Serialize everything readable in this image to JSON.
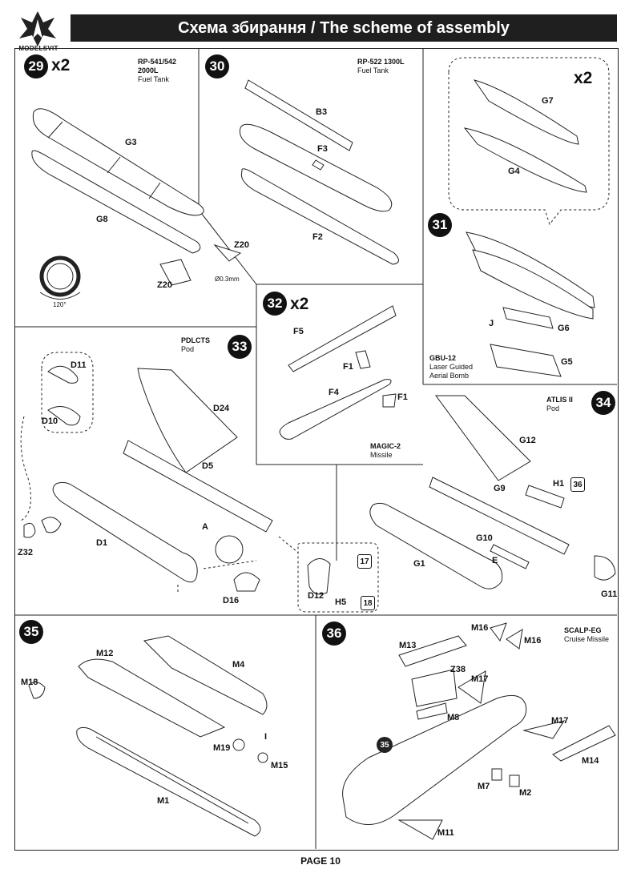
{
  "header": {
    "logo_text": "MODELSVIT",
    "title": "Схема збирання / The scheme of assembly"
  },
  "steps": {
    "s29": {
      "number": "29",
      "multiplier": "x2",
      "caption": [
        "RP-541/542",
        "2000L",
        "Fuel Tank"
      ],
      "parts": {
        "g3": "G3",
        "g8": "G8",
        "z20a": "Z20",
        "z20b": "Z20",
        "dia": "Ø0.3mm",
        "angle": "120°"
      }
    },
    "s30": {
      "number": "30",
      "caption": [
        "RP-522 1300L",
        "Fuel Tank"
      ],
      "parts": {
        "b3": "B3",
        "f3": "F3",
        "f2": "F2"
      }
    },
    "s31": {
      "number": "31",
      "multiplier": "x2",
      "caption": [
        "GBU-12",
        "Laser Guided",
        "Aerial Bomb"
      ],
      "parts": {
        "g7": "G7",
        "g4": "G4",
        "j": "J",
        "g6": "G6",
        "g5": "G5"
      }
    },
    "s32": {
      "number": "32",
      "multiplier": "x2",
      "caption": [
        "MAGIC-2",
        "Missile"
      ],
      "parts": {
        "f5": "F5",
        "f1a": "F1",
        "f4": "F4",
        "f1b": "F1"
      }
    },
    "s33": {
      "number": "33",
      "caption": [
        "PDLCTS",
        "Pod"
      ],
      "parts": {
        "d11": "D11",
        "d10": "D10",
        "d24": "D24",
        "d5": "D5",
        "a": "A",
        "d1": "D1",
        "z32": "Z32",
        "d16": "D16",
        "d12": "D12",
        "h5": "H5"
      },
      "refs": [
        "17",
        "18"
      ]
    },
    "s34": {
      "number": "34",
      "caption": [
        "ATLIS II",
        "Pod"
      ],
      "parts": {
        "g12": "G12",
        "h1": "H1",
        "g9": "G9",
        "g10": "G10",
        "e": "E",
        "g1": "G1",
        "g11": "G11"
      },
      "refs": [
        "36"
      ]
    },
    "s35": {
      "number": "35",
      "parts": {
        "m12": "M12",
        "m4": "M4",
        "m18": "M18",
        "i": "I",
        "m19": "M19",
        "m15": "M15",
        "m1": "M1"
      }
    },
    "s36": {
      "number": "36",
      "caption": [
        "SCALP-EG",
        "Cruise Missile"
      ],
      "parts": {
        "m13": "M13",
        "m16a": "M16",
        "m16b": "M16",
        "z38": "Z38",
        "m17a": "M17",
        "m8": "M8",
        "m17b": "M17",
        "m14": "M14",
        "m7": "M7",
        "m2": "M2",
        "m11": "M11"
      },
      "refs": [
        "35"
      ]
    }
  },
  "footer": {
    "page": "PAGE 10"
  }
}
